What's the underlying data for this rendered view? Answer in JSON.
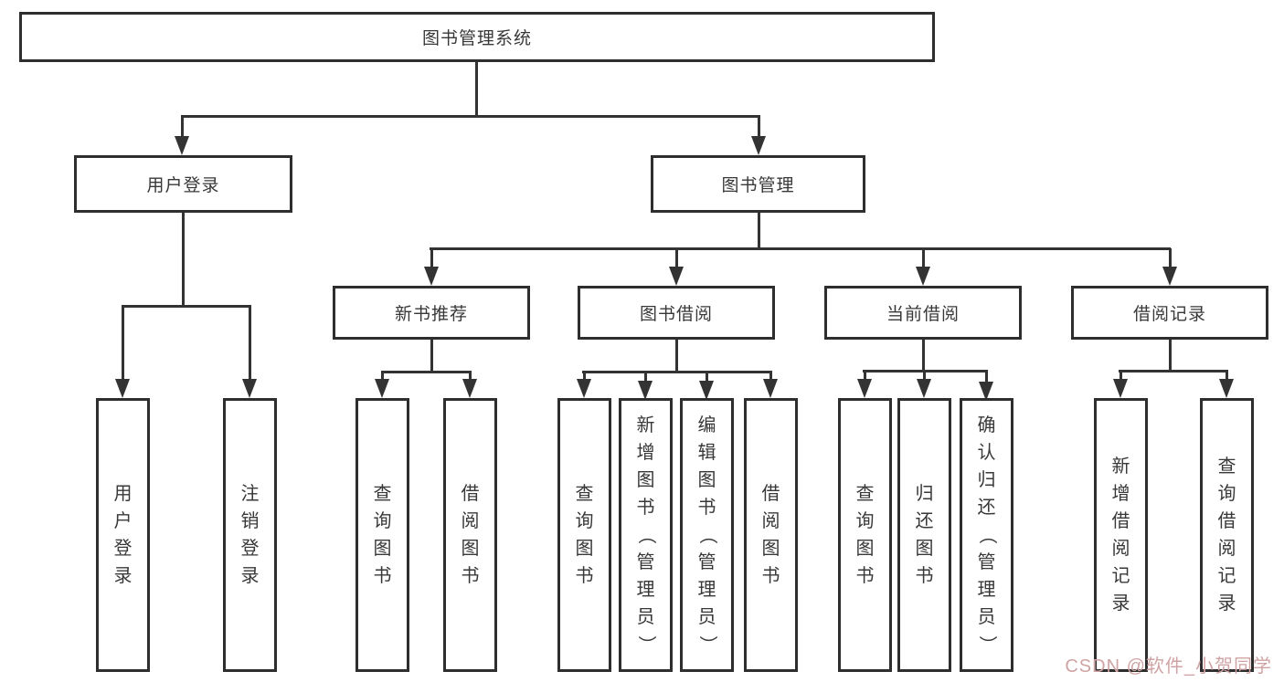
{
  "tree": {
    "label": "图书管理系统",
    "children": [
      {
        "label": "用户登录",
        "children": [
          {
            "label": "用户登录"
          },
          {
            "label": "注销登录"
          }
        ]
      },
      {
        "label": "图书管理",
        "children": [
          {
            "label": "新书推荐",
            "children": [
              {
                "label": "查询图书"
              },
              {
                "label": "借阅图书"
              }
            ]
          },
          {
            "label": "图书借阅",
            "children": [
              {
                "label": "查询图书"
              },
              {
                "label": "新增图书（管理员）"
              },
              {
                "label": "编辑图书（管理员）"
              },
              {
                "label": "借阅图书"
              }
            ]
          },
          {
            "label": "当前借阅",
            "children": [
              {
                "label": "查询图书"
              },
              {
                "label": "归还图书"
              },
              {
                "label": "确认归还（管理员）"
              }
            ]
          },
          {
            "label": "借阅记录",
            "children": [
              {
                "label": "新增借阅记录"
              },
              {
                "label": "查询借阅记录"
              }
            ]
          }
        ]
      }
    ]
  },
  "watermark": {
    "text": "CSDN @软件_小贺同学"
  },
  "colors": {
    "line": "#333333",
    "box_border": "#2e2e2e",
    "text": "#383838",
    "background": "#ffffff",
    "watermark": "#cfa3a3"
  }
}
